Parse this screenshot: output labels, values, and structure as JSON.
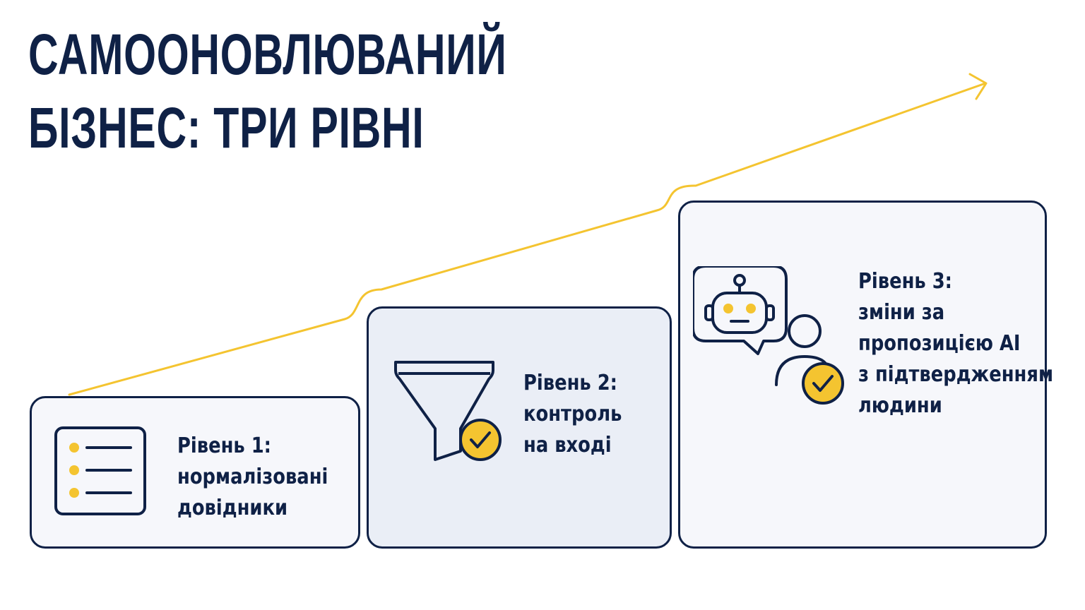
{
  "title": {
    "line1": "Самооновлюваний",
    "line2": "бізнес: три рівні"
  },
  "colors": {
    "navy": "#0f2146",
    "accent": "#f4c430",
    "card_bg": "#f6f7fb",
    "card_bg_highlight": "#eaeef6"
  },
  "levels": [
    {
      "icon": "list-icon",
      "lines": [
        "Рівень 1:",
        "нормалізовані",
        "довідники"
      ]
    },
    {
      "icon": "funnel-check-icon",
      "lines": [
        "Рівень 2:",
        "контроль",
        "на вході"
      ]
    },
    {
      "icon": "ai-human-approval-icon",
      "lines": [
        "Рівень 3:",
        "зміни за",
        "пропозицією AI",
        "з підтвердженням",
        "людини"
      ]
    }
  ]
}
